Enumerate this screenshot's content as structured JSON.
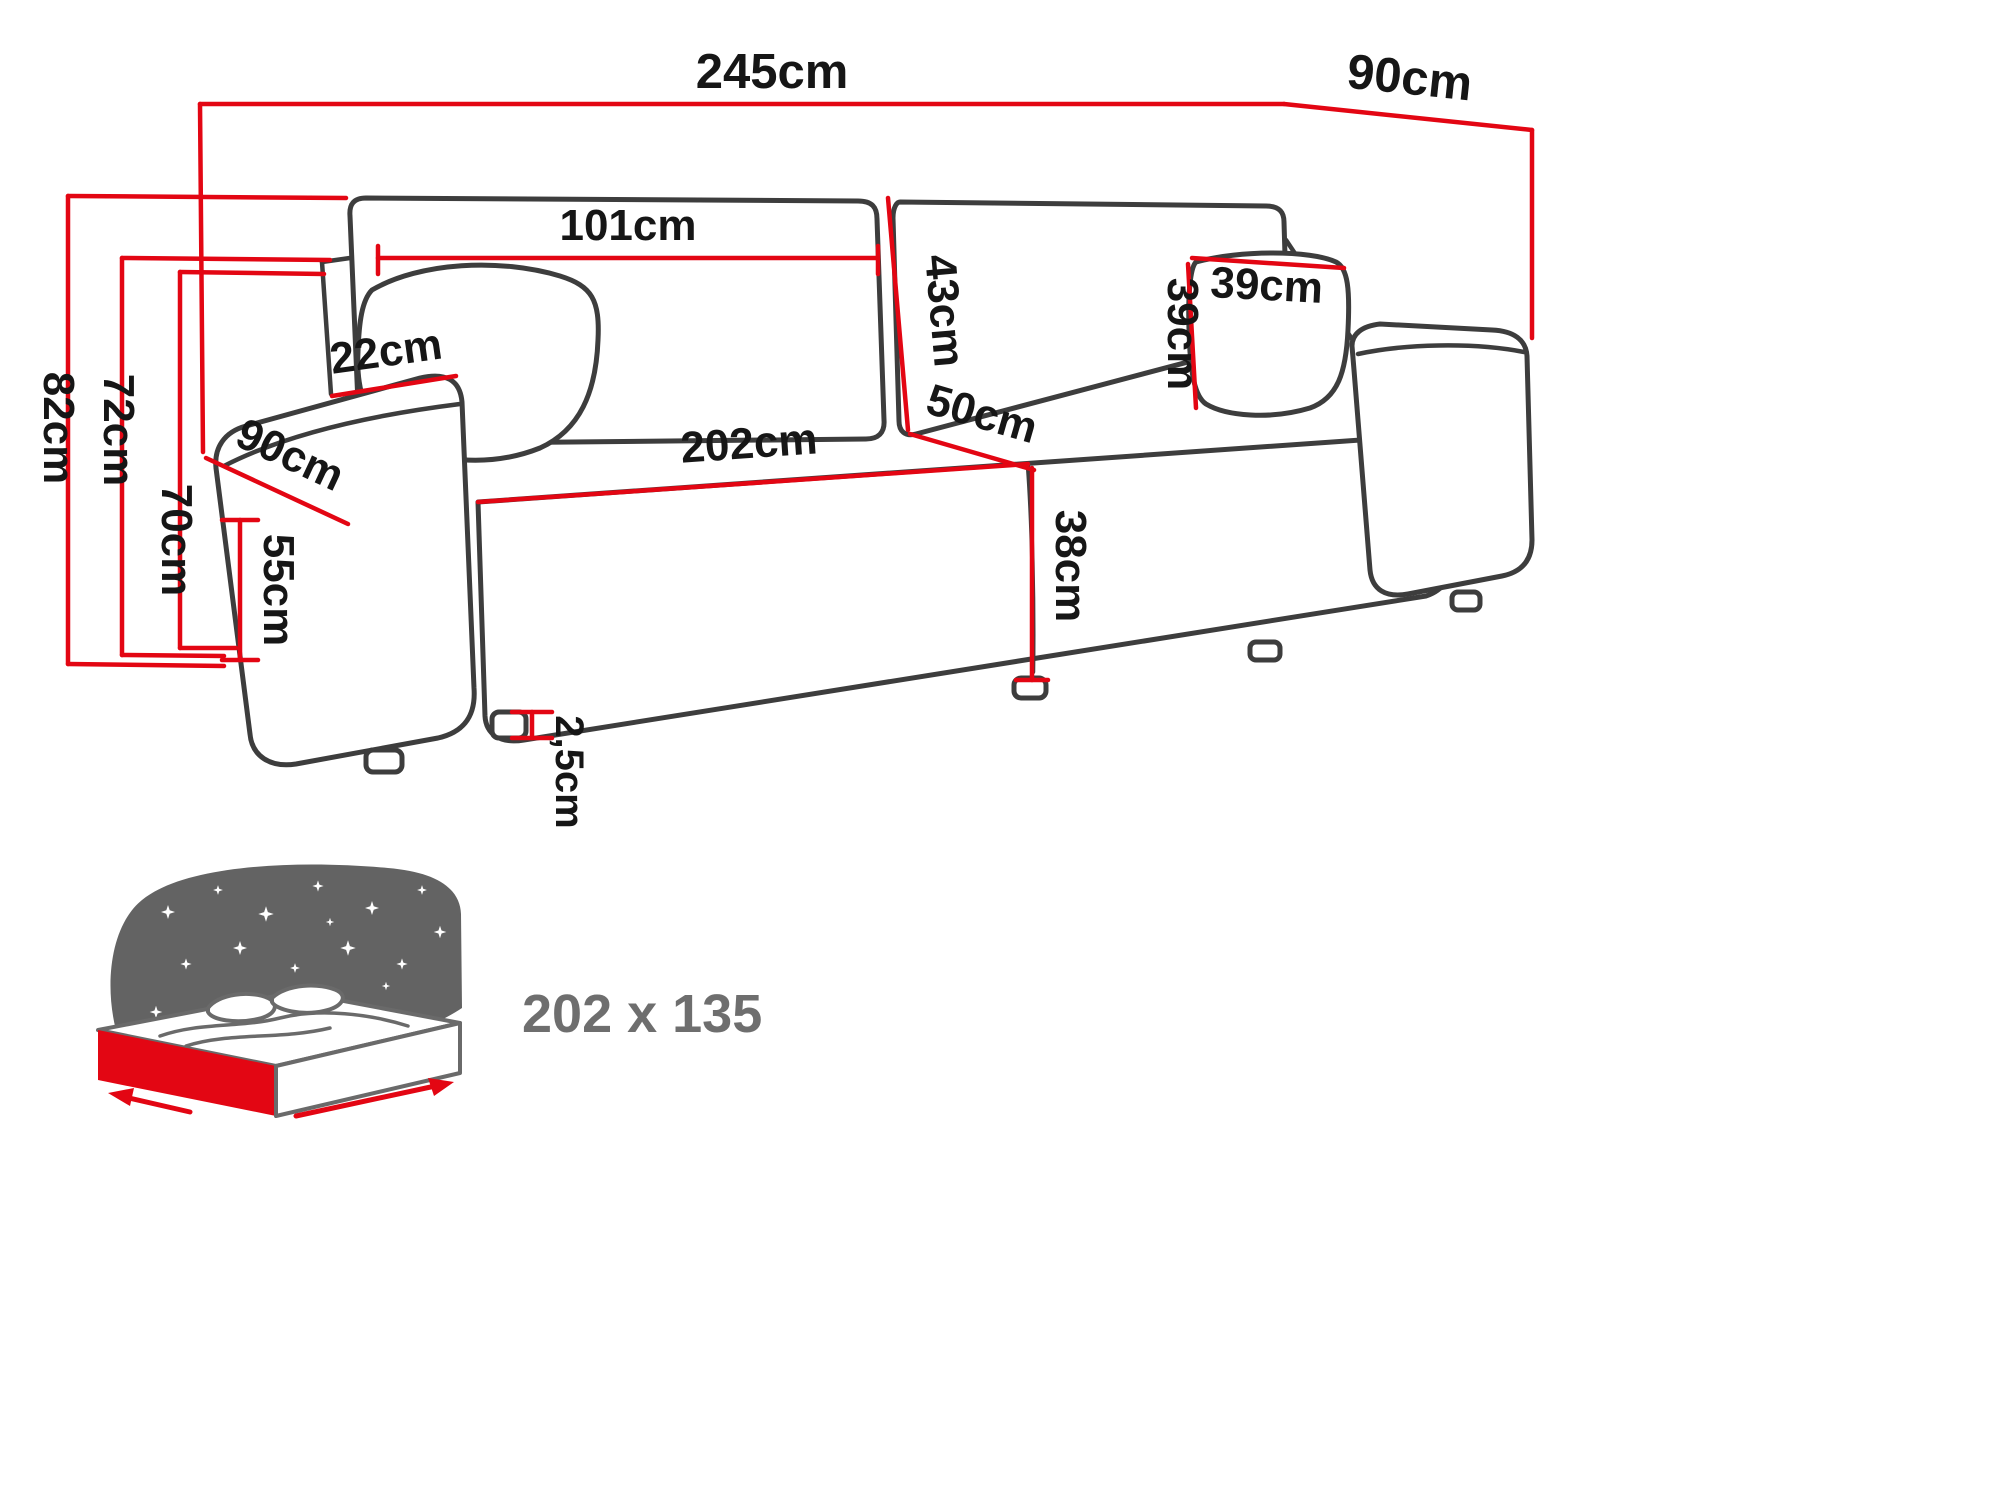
{
  "diagram": {
    "title": "sofa-dimensions-diagram",
    "labels": {
      "total_width": "245cm",
      "total_depth": "90cm",
      "backrest_cushion_width": "101cm",
      "backrest_cushion_height": "43cm",
      "pillow_width": "39cm",
      "pillow_height": "39cm",
      "armrest_width": "22cm",
      "armrest_depth": "90cm",
      "seat_depth": "50cm",
      "seat_width": "202cm",
      "total_height": "82cm",
      "height_without_cushions": "72cm",
      "backrest_frame_height": "70cm",
      "armrest_height": "55cm",
      "seat_height": "38cm",
      "leg_height": "2,5cm"
    },
    "sleeping_area": {
      "size": "202 x 135"
    },
    "colors": {
      "dimension_red": "#e30613",
      "outline_gray": "#3d3d3d",
      "label_black": "#161616",
      "sleeping_text_gray": "#6e6e6e",
      "night_sky_gray": "#636363"
    }
  }
}
